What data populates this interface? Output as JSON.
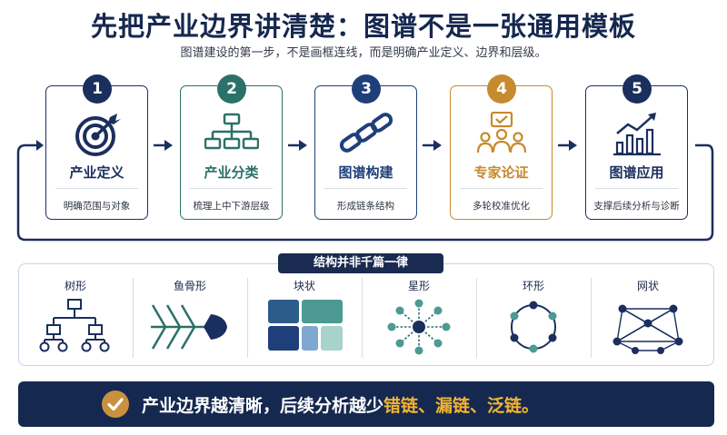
{
  "title": "先把产业边界讲清楚：图谱不是一张通用模板",
  "subtitle": "图谱建设的第一步，不是画框连线，而是明确产业定义、边界和层级。",
  "steps": [
    {
      "num": "1",
      "label": "产业定义",
      "desc": "明确范围与对象",
      "color": "#1b2f5e",
      "icon": "target-icon"
    },
    {
      "num": "2",
      "label": "产业分类",
      "desc": "梳理上中下游层级",
      "color": "#2b7168",
      "icon": "hierarchy-icon"
    },
    {
      "num": "3",
      "label": "图谱构建",
      "desc": "形成链条结构",
      "color": "#1f3f7a",
      "icon": "chain-link-icon"
    },
    {
      "num": "4",
      "label": "专家论证",
      "desc": "多轮校准优化",
      "color": "#c78a2e",
      "icon": "experts-icon"
    },
    {
      "num": "5",
      "label": "图谱应用",
      "desc": "支撑后续分析与诊断",
      "color": "#1b2f5e",
      "icon": "bar-chart-icon"
    }
  ],
  "structures": {
    "title": "结构并非千篇一律",
    "items": [
      {
        "label": "树形",
        "icon": "tree-structure-icon"
      },
      {
        "label": "鱼骨形",
        "icon": "fishbone-structure-icon"
      },
      {
        "label": "块状",
        "icon": "block-structure-icon"
      },
      {
        "label": "星形",
        "icon": "star-structure-icon"
      },
      {
        "label": "环形",
        "icon": "ring-structure-icon"
      },
      {
        "label": "网状",
        "icon": "network-structure-icon"
      }
    ]
  },
  "banner": {
    "text_main": "产业边界越清晰，后续分析越少",
    "text_highlight": "错链、漏链、泛链。"
  },
  "colors": {
    "navy": "#152850",
    "teal": "#2b7168",
    "gold": "#c9913f"
  }
}
